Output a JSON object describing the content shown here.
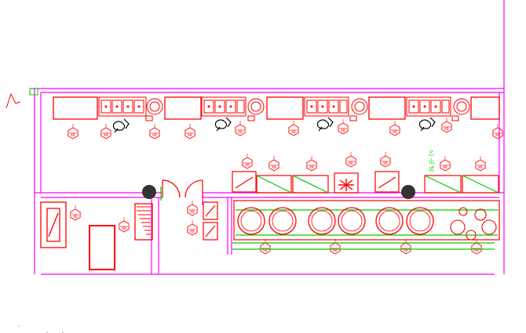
{
  "drawing": {
    "colors": {
      "wall": "#ff00ff",
      "equipment": "#ff0000",
      "counter_line": "#00cc00",
      "fixture": "#000000",
      "column": "#333333",
      "background": "#ffffff"
    },
    "equipment_tag_text": "KB",
    "green_note_lines": [
      "乙",
      "山",
      "式"
    ],
    "icons": [
      "faucet-icon",
      "column-icon",
      "door-swing-icon",
      "equipment-tag-icon",
      "burner-icon",
      "exhaust-fan-icon"
    ]
  }
}
